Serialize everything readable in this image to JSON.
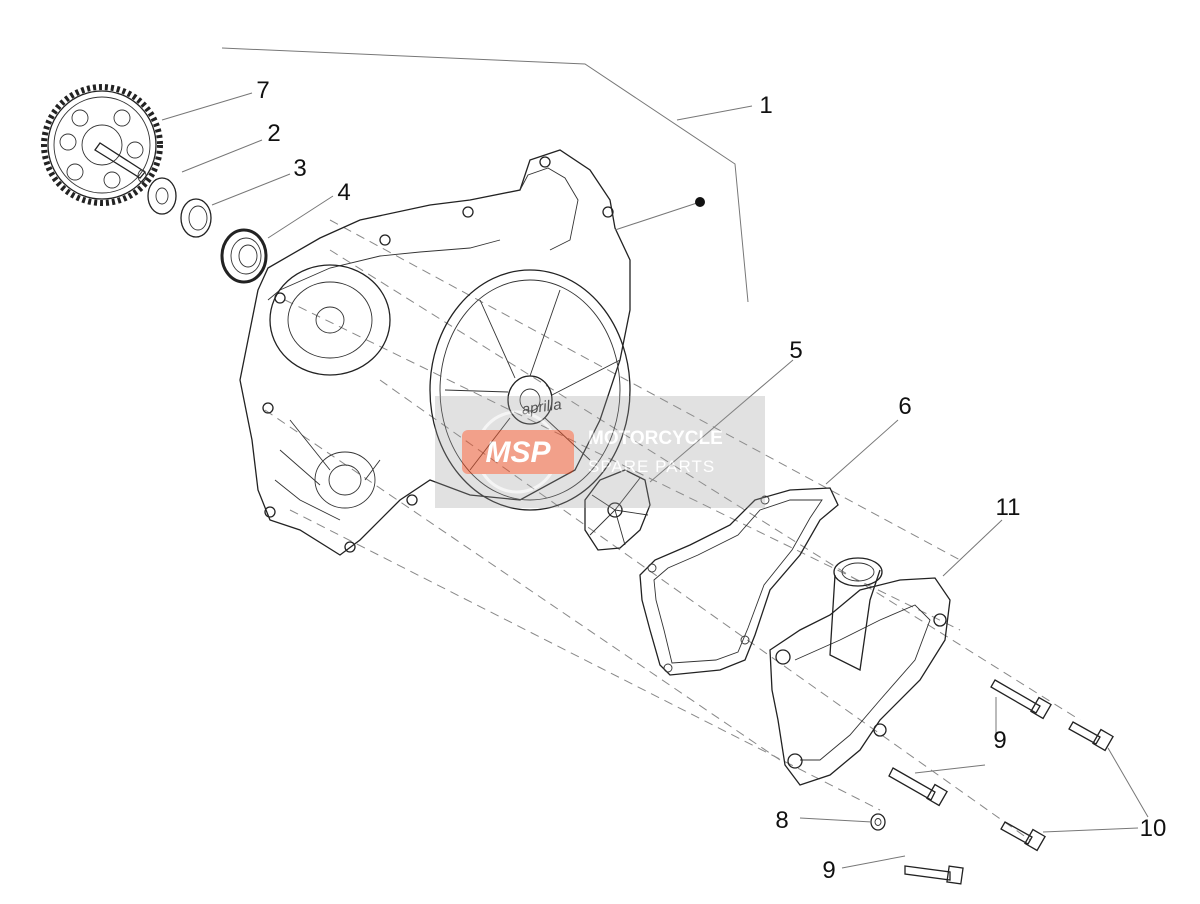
{
  "callouts": [
    {
      "id": "1",
      "label": "1"
    },
    {
      "id": "2",
      "label": "2"
    },
    {
      "id": "3",
      "label": "3"
    },
    {
      "id": "4",
      "label": "4"
    },
    {
      "id": "5",
      "label": "5"
    },
    {
      "id": "6",
      "label": "6"
    },
    {
      "id": "7",
      "label": "7"
    },
    {
      "id": "8",
      "label": "8"
    },
    {
      "id": "9a",
      "label": "9"
    },
    {
      "id": "9b",
      "label": "9"
    },
    {
      "id": "10",
      "label": "10"
    },
    {
      "id": "11",
      "label": "11"
    }
  ],
  "cover_logo": "aprilia",
  "watermark": {
    "logo": "MSP",
    "line1": "MOTORCYCLE",
    "line2": "SPARE PARTS",
    "logo_color": "#e8542c"
  }
}
